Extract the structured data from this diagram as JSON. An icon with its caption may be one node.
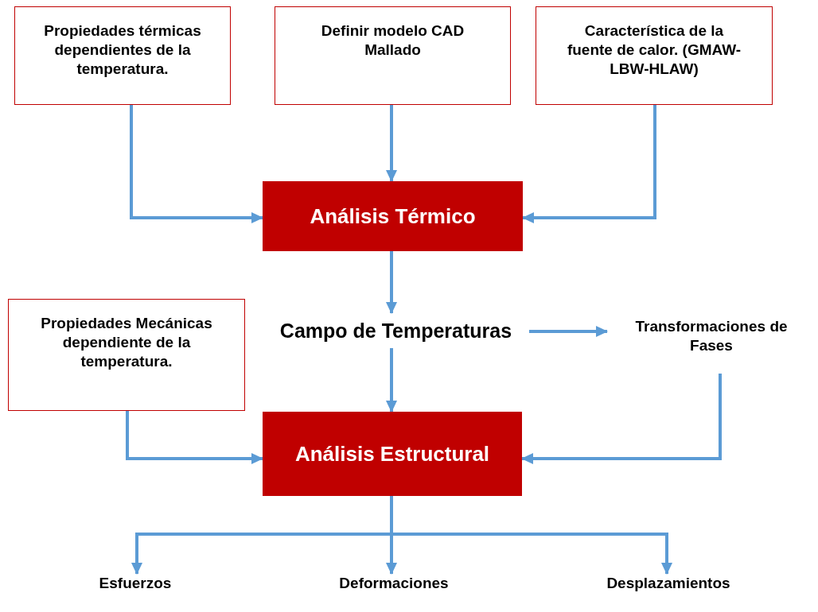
{
  "diagram": {
    "nodes": [
      {
        "text": [
          "Propiedades térmicas dependientes de la temperatura."
        ]
      },
      {
        "text": [
          "Definir modelo CAD Mallado"
        ]
      },
      {
        "text": [
          "Característica de la fuente de calor. (GMAW-LBW-HLAW)"
        ]
      },
      {
        "text": [
          "Análisis Térmico"
        ]
      },
      {
        "text": [
          "Campo de Temperaturas"
        ]
      },
      {
        "text": [
          "Transformaciones de Fases"
        ]
      },
      {
        "text": [
          "Propiedades Mecánicas dependiente de la temperatura."
        ]
      },
      {
        "text": [
          "Análisis Estructural"
        ]
      },
      {
        "text": [
          "Esfuerzos"
        ]
      },
      {
        "text": [
          "Deformaciones"
        ]
      },
      {
        "text": [
          "Desplazamientos"
        ]
      }
    ],
    "edges": [
      {
        "from": 0,
        "to": 3,
        "arrow": "to"
      },
      {
        "from": 1,
        "to": 3,
        "arrow": "to"
      },
      {
        "from": 2,
        "to": 3,
        "arrow": "to"
      },
      {
        "from": 3,
        "to": 4,
        "arrow": "to"
      },
      {
        "from": 4,
        "to": 5,
        "arrow": "to"
      },
      {
        "from": 4,
        "to": 7,
        "arrow": "to"
      },
      {
        "from": 6,
        "to": 7,
        "arrow": "to"
      },
      {
        "from": 5,
        "to": 7,
        "arrow": "to"
      },
      {
        "from": 7,
        "to": 8,
        "arrow": "to"
      },
      {
        "from": 7,
        "to": 9,
        "arrow": "to"
      },
      {
        "from": 7,
        "to": 10,
        "arrow": "to"
      }
    ]
  }
}
